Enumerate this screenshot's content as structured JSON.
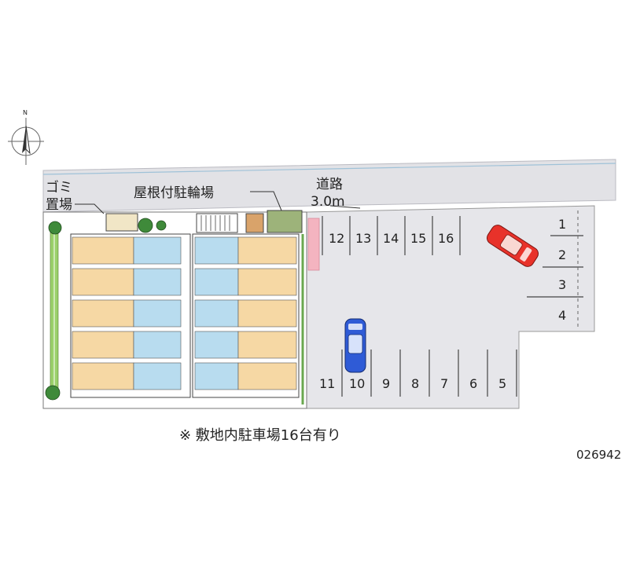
{
  "compass": {
    "north_label": "N",
    "icon": "north-arrow-icon"
  },
  "labels": {
    "road": "道路",
    "road_width": "3.0m",
    "garbage_line1": "ゴミ",
    "garbage_line2": "置場",
    "bicycle_parking": "屋根付駐輪場"
  },
  "parking_spaces": {
    "top_row": [
      "12",
      "13",
      "14",
      "15",
      "16"
    ],
    "right_column": [
      "1",
      "2",
      "3",
      "4"
    ],
    "bottom_row": [
      "11",
      "10",
      "9",
      "8",
      "7",
      "6",
      "5"
    ]
  },
  "note": "※ 敷地内駐車場16台有り",
  "property_code": "026942",
  "icons": {
    "red_car": "red-car-icon",
    "blue_car": "blue-car-icon",
    "tree": "tree-icon"
  },
  "colors": {
    "road": "#e2e2e6",
    "parking_lot": "#e6e6ea",
    "unit_floor": "#f6d8a4",
    "unit_wet_area": "#b8dcef",
    "hedge": "#9bd06a",
    "red_car": "#e8322a",
    "blue_car": "#2f5bd6",
    "pink_strip": "#f4b4c0"
  }
}
